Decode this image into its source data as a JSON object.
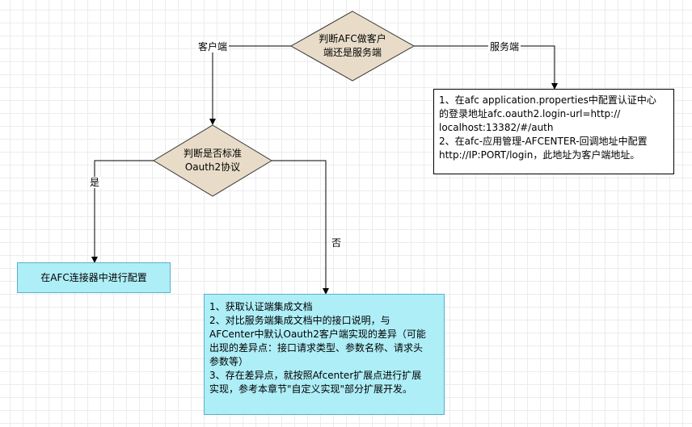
{
  "decision1": {
    "line1": "判断AFC做客户",
    "line2": "端还是服务端"
  },
  "decision2": {
    "line1": "判断是否标准",
    "line2": "Oauth2协议"
  },
  "edge_labels": {
    "client": "客户端",
    "server": "服务端",
    "yes": "是",
    "no": "否"
  },
  "server_box": {
    "lines": [
      "1、在afc application.properties中配置认证中心",
      "的登录地址afc.oauth2.login-url=http://",
      "localhost:13382/#/auth",
      "2、在afc-应用管理-AFCENTER-回调地址中配置",
      "http://IP:PORT/login，此地址为客户端地址。"
    ]
  },
  "connector_box": {
    "text": "在AFC连接器中进行配置"
  },
  "custom_box": {
    "lines": [
      "1、获取认证端集成文档",
      "2、对比服务端集成文档中的接口说明，与",
      "AFCenter中默认Oauth2客户端实现的差异（可能",
      "出现的差异点：接口请求类型、参数名称、请求头",
      "参数等）",
      "3、存在差异点，就按照Afcenter扩展点进行扩展",
      "实现，参考本章节\"自定义实现\"部分扩展开发。"
    ]
  },
  "colors": {
    "decision_fill": "#e8dcc8",
    "decision_stroke": "#333333",
    "box_cyan": "#aeeef7",
    "box_cyan_border": "#5ab0c6",
    "edge": "#000000"
  }
}
